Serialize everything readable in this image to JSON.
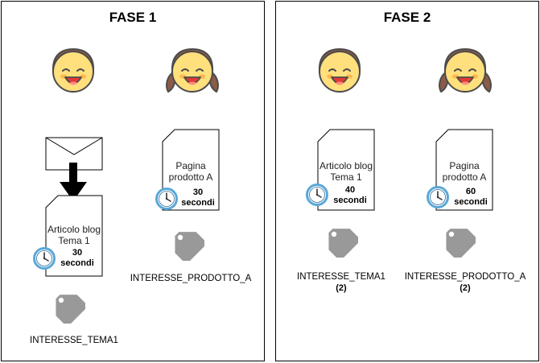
{
  "phase1": {
    "title": "FASE 1",
    "user1": {
      "doc_line1": "Articolo blog",
      "doc_line2": "Tema 1",
      "seconds_value": "30",
      "seconds_unit": "secondi",
      "tag_label": "INTERESSE_TEMA1"
    },
    "user2": {
      "doc_line1": "Pagina",
      "doc_line2": "prodotto A",
      "seconds_value": "30",
      "seconds_unit": "secondi",
      "tag_label": "INTERESSE_PRODOTTO_A"
    }
  },
  "phase2": {
    "title": "FASE 2",
    "user1": {
      "doc_line1": "Articolo blog",
      "doc_line2": "Tema 1",
      "seconds_value": "40",
      "seconds_unit": "secondi",
      "tag_label": "INTERESSE_TEMA1",
      "tag_count": "(2)"
    },
    "user2": {
      "doc_line1": "Pagina",
      "doc_line2": "prodotto A",
      "seconds_value": "60",
      "seconds_unit": "secondi",
      "tag_label": "INTERESSE_PRODOTTO_A",
      "tag_count": "(2)"
    }
  },
  "colors": {
    "skin": "#FFE07D",
    "hair": "#8B5B48",
    "outline": "#4B4B4B",
    "cheek": "#FFB84D",
    "mouth": "#E53935",
    "tongue": "#FF8A80",
    "clock_ring": "#5AA8D8",
    "tag": "#999999"
  }
}
